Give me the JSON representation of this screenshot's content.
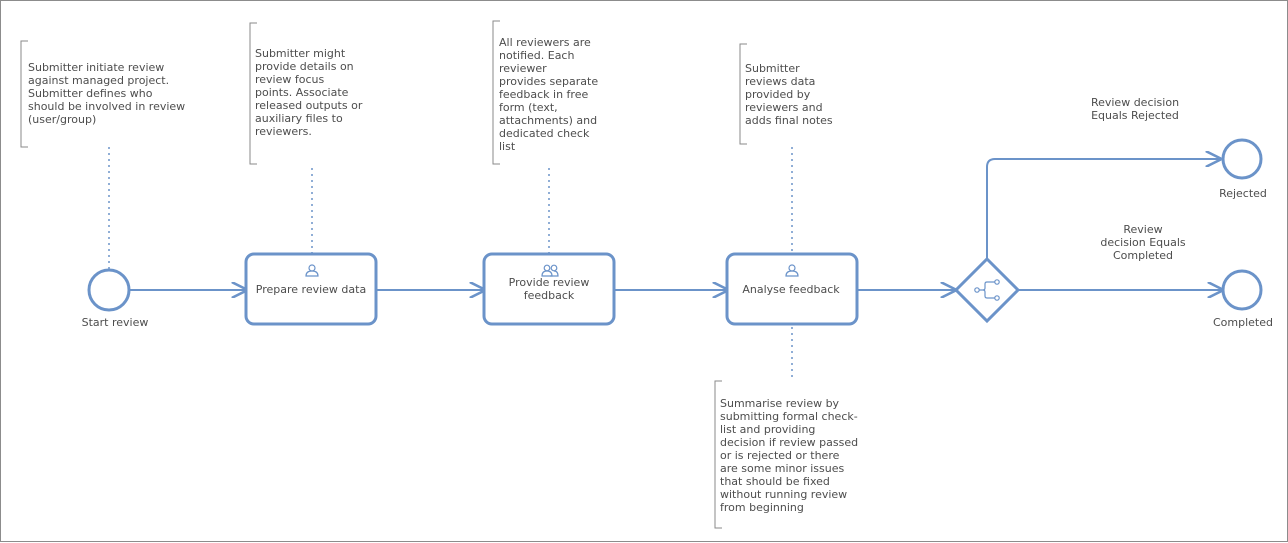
{
  "process": {
    "start_label": "Start review",
    "tasks": [
      {
        "label_lines": [
          "Prepare review data"
        ],
        "icon": "user-task-icon"
      },
      {
        "label_lines": [
          "Provide review",
          "feedback"
        ],
        "icon": "multi-user-task-icon"
      },
      {
        "label_lines": [
          "Analyse feedback"
        ],
        "icon": "user-task-icon"
      }
    ],
    "gateway_icon": "decision-gateway-icon",
    "flows": [
      {
        "label_lines": [
          "Review decision",
          "Equals Rejected"
        ]
      },
      {
        "label_lines": [
          "Review",
          "decision Equals",
          "Completed"
        ]
      }
    ],
    "ends": [
      {
        "label": "Rejected"
      },
      {
        "label": "Completed"
      }
    ]
  },
  "annotations": [
    {
      "lines": [
        "Submitter initiate review",
        "against managed project.",
        "Submitter defines who",
        "should be involved in review",
        "(user/group)"
      ]
    },
    {
      "lines": [
        "Submitter might",
        "provide details on",
        "review focus",
        "points. Associate",
        "released outputs or",
        "auxiliary files to",
        "reviewers."
      ]
    },
    {
      "lines": [
        "All reviewers are",
        "notified. Each",
        "reviewer",
        "provides separate",
        "feedback in free",
        "form (text,",
        "attachments) and",
        "dedicated check",
        "list"
      ]
    },
    {
      "lines": [
        "Submitter",
        "reviews data",
        "provided by",
        "reviewers and",
        "adds final notes"
      ]
    },
    {
      "lines": [
        "Summarise review by",
        "submitting formal check-",
        "list and providing",
        "decision if review passed",
        "or is rejected or there",
        "are some minor issues",
        "that should be fixed",
        "without running review",
        "from beginning"
      ]
    }
  ],
  "colors": {
    "accent": "#6b93c9",
    "text": "#4d4d4d",
    "bracket": "#8a8a8a"
  }
}
